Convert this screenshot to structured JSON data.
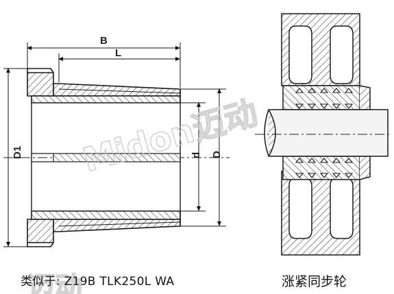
{
  "watermark": {
    "text": "Midon迈动",
    "text_bottom": "迈动"
  },
  "dimensions": {
    "B": "B",
    "L": "L",
    "D1": "D1",
    "d": "d",
    "D": "D"
  },
  "captions": {
    "left": "类似于: Z19B  TLK250L  WA",
    "right": "涨紧同步轮"
  },
  "colors": {
    "line": "#1a1a1a",
    "hatch": "#333333",
    "shaft": "#f4f4f4",
    "watermark": "#c8c8c8"
  }
}
